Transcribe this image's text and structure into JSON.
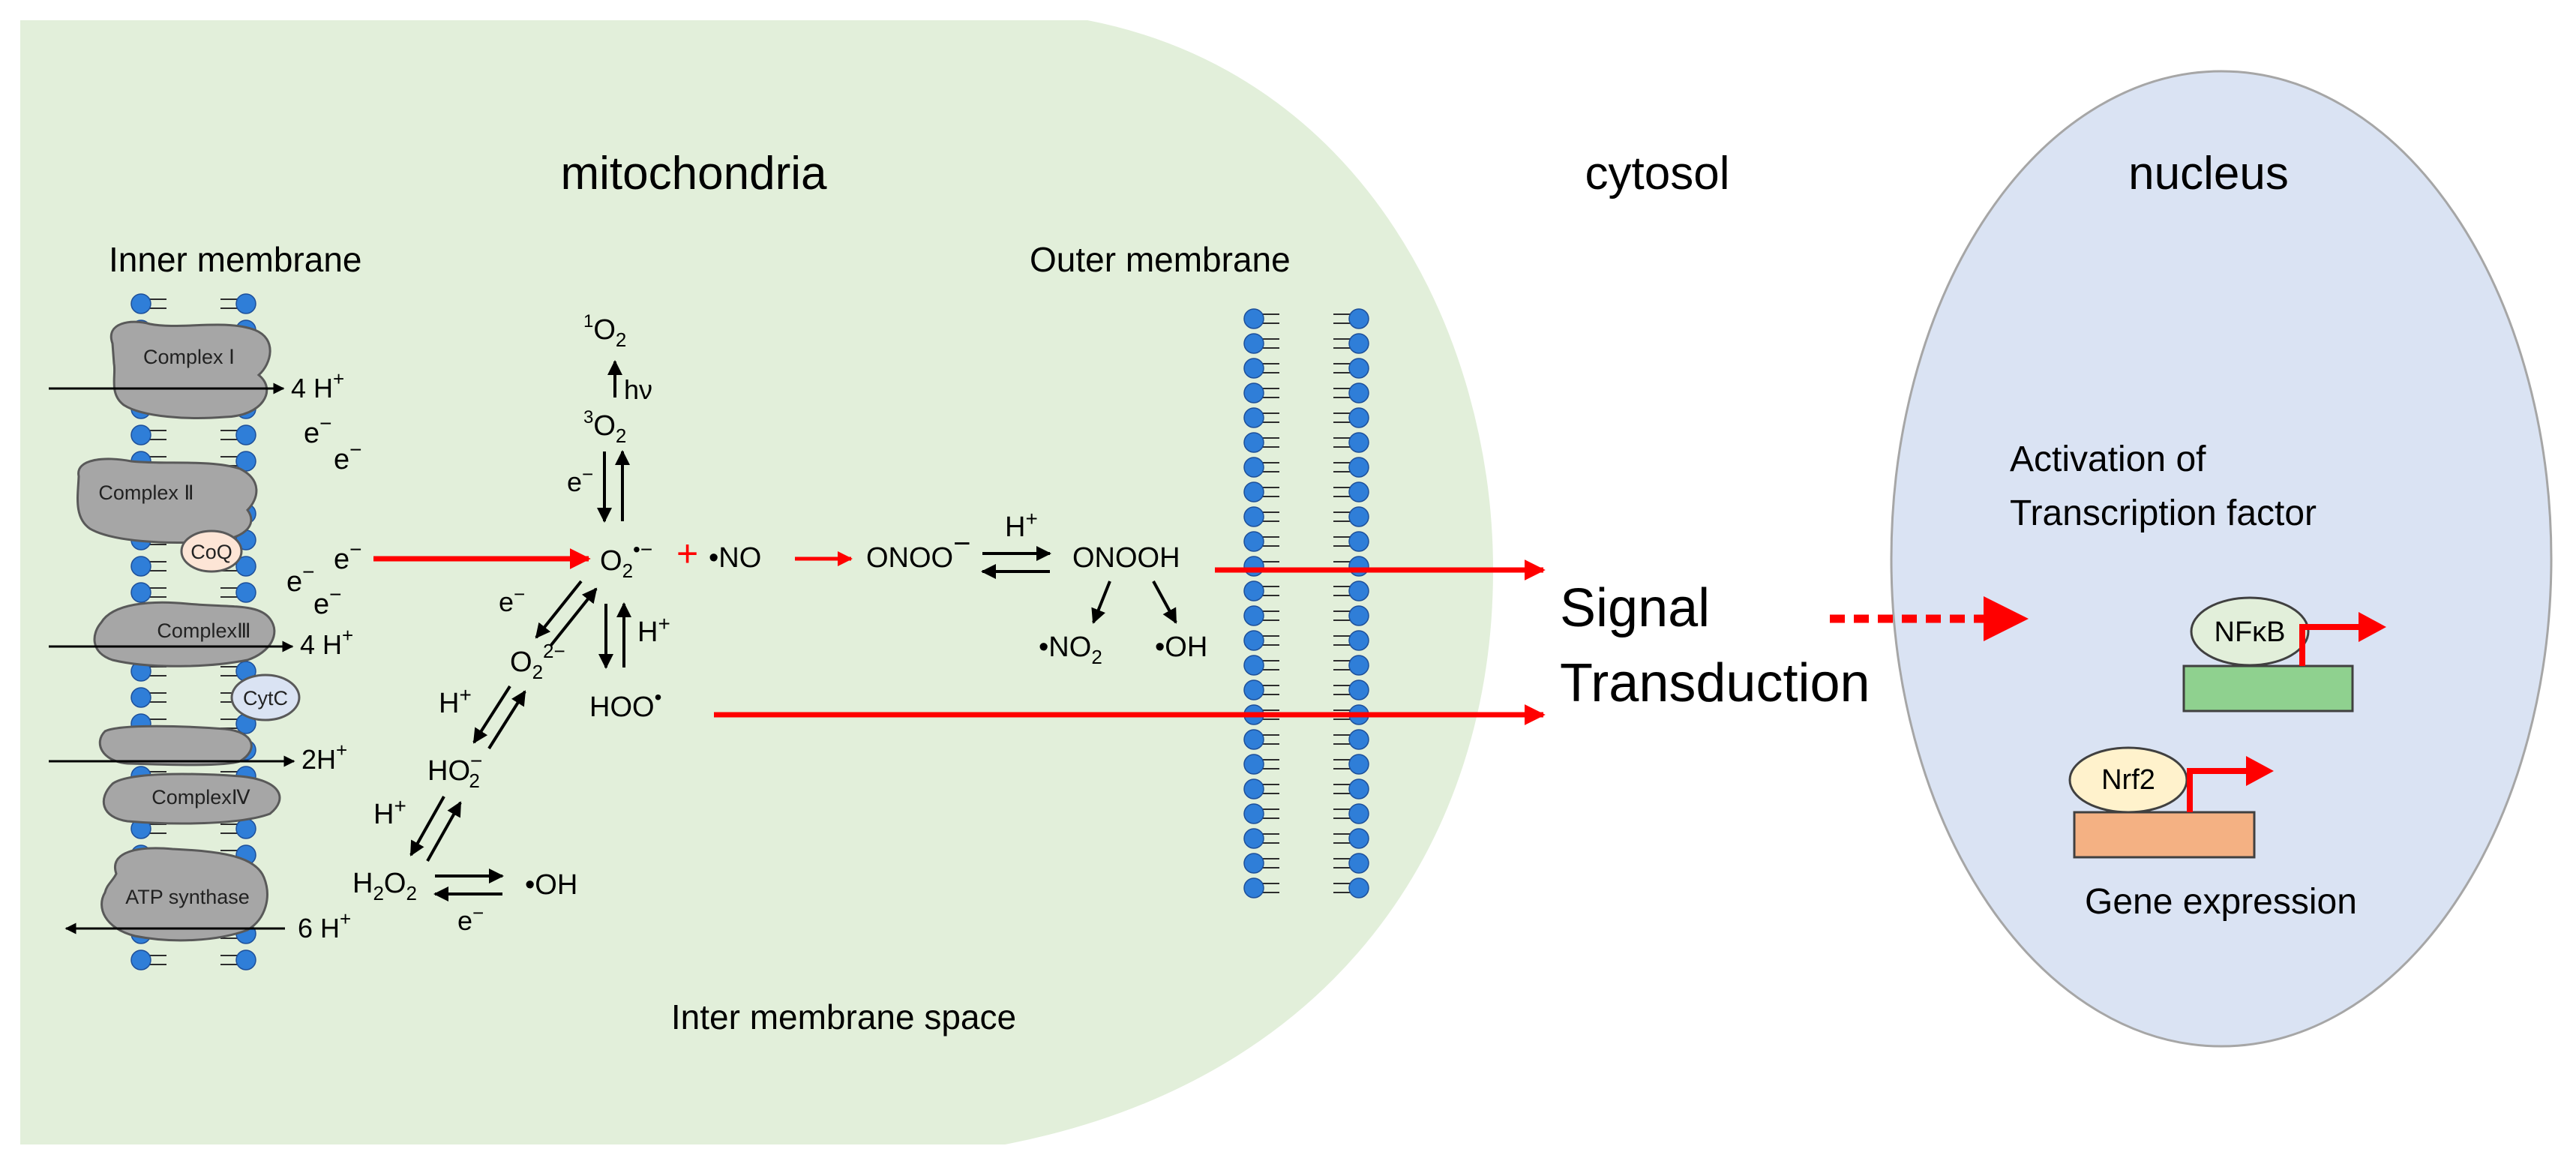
{
  "regions": {
    "mitochondria": "mitochondria",
    "cytosol": "cytosol",
    "nucleus": "nucleus",
    "inter_membrane_space": "Inter membrane space"
  },
  "membranes": {
    "inner": "Inner membrane",
    "outer": "Outer membrane"
  },
  "complexes": {
    "c1": "Complex Ⅰ",
    "c2": "Complex Ⅱ",
    "coq": "CoQ",
    "c3": "ComplexⅢ",
    "cytc": "CytC",
    "c4": "ComplexⅣ",
    "atp": "ATP synthase"
  },
  "protons": {
    "h1": "4",
    "h3": "4",
    "h4": "2",
    "h5": "6"
  },
  "species": {
    "electron": "e",
    "singlet_o2": "O",
    "triplet_o2": "O",
    "hv": "hν",
    "superoxide": "O",
    "no": "•NO",
    "onoo": "ONOO",
    "onooh": "ONOOH",
    "no2": "•NO",
    "oh": "•OH",
    "peroxide": "O",
    "hoo": "HOO",
    "ho2": "HO",
    "h2o2_h": "H",
    "h2o2_o": "O",
    "hydroxyl": "•OH",
    "proton": "H"
  },
  "signal": {
    "line1": "Signal",
    "line2": "Transduction"
  },
  "nucleus_panel": {
    "activation_1": "Activation of",
    "activation_2": "Transcription factor",
    "nfkb": "NFκB",
    "nrf2": "Nrf2",
    "gene_expression": "Gene expression"
  },
  "colors": {
    "mito_fill": "#e2efda",
    "nucleus_fill": "#dae3f3",
    "complex_fill": "#a6a6a6",
    "coq_fill": "#fde5d6",
    "cytc_fill": "#dae3f3",
    "lipid_head": "#2f7ed8",
    "red_arrow": "#ff0000",
    "nfkb_bar": "#8fd18f",
    "nrf2_bar": "#f4b183",
    "tf_ellipse": "#e2efda",
    "nrf2_ellipse": "#fff2cc"
  }
}
